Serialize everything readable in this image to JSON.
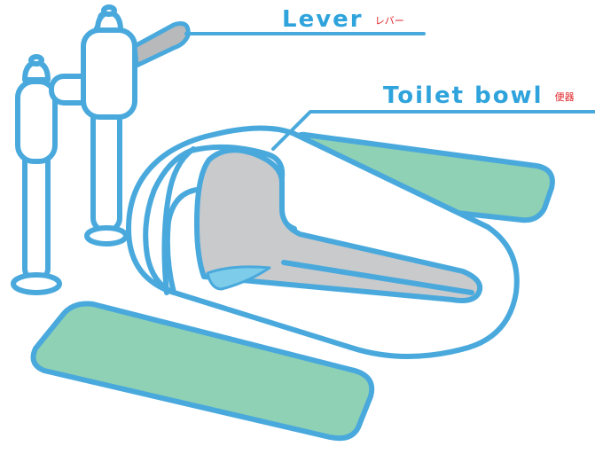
{
  "labels": {
    "lever": {
      "en": "Lever",
      "jp": "レバー"
    },
    "toilet_bowl": {
      "en": "Toilet bowl",
      "jp": "便器"
    }
  },
  "colors": {
    "outline": "#4aa9dc",
    "label_en": "#2ea3dc",
    "label_jp": "#e0262b",
    "mat_fill": "#8fd1b4",
    "bowl_interior": "#c9cacc",
    "water": "#7dcdea",
    "lever_handle": "#b8b9bb",
    "background": "#ffffff"
  }
}
